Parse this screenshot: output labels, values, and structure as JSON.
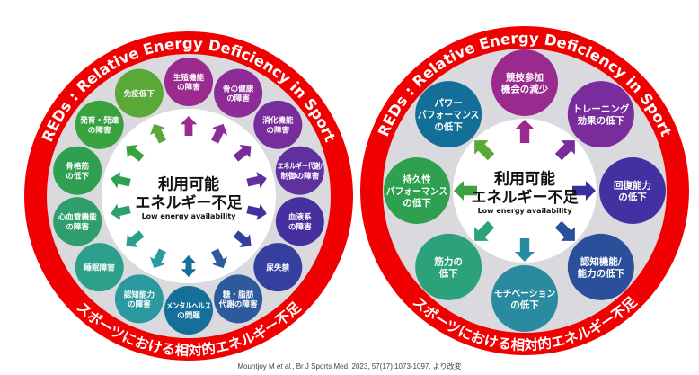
{
  "ring_top": "REDs : Relative Energy Deficiency in Sport",
  "ring_bottom": "スポーツにおける相対的エネルギー不足",
  "center": {
    "line1": "利用可能",
    "line2": "エネルギー不足",
    "en": "Low energy availability"
  },
  "colors": {
    "ring": "#f00000",
    "inner": "#d9d9de",
    "center": "#ffffff"
  },
  "left_items": [
    {
      "lines": [
        "生殖機能",
        "の障害"
      ],
      "color": "#9b2a8f"
    },
    {
      "lines": [
        "骨の健康",
        "の障害"
      ],
      "color": "#8d2b97"
    },
    {
      "lines": [
        "消化機能",
        "の障害"
      ],
      "color": "#792d9d"
    },
    {
      "lines": [
        "エネルギー代謝/",
        "制御の障害"
      ],
      "color": "#60309f"
    },
    {
      "lines": [
        "血液系",
        "の障害"
      ],
      "color": "#4630a0"
    },
    {
      "lines": [
        "尿失禁"
      ],
      "color": "#353f9d"
    },
    {
      "lines": [
        "糖・脂肪",
        "代謝の障害"
      ],
      "color": "#2d5a9c"
    },
    {
      "lines": [
        "メンタルヘルス",
        "の問題"
      ],
      "color": "#14709b"
    },
    {
      "lines": [
        "認知能力",
        "の障害"
      ],
      "color": "#2a9a9f"
    },
    {
      "lines": [
        "睡眠障害"
      ],
      "color": "#2ca08a"
    },
    {
      "lines": [
        "心血管機能",
        "の障害"
      ],
      "color": "#2e9e6c"
    },
    {
      "lines": [
        "骨格筋",
        "の低下"
      ],
      "color": "#2fa052"
    },
    {
      "lines": [
        "発育・発達",
        "の障害"
      ],
      "color": "#38a23e"
    },
    {
      "lines": [
        "免疫低下"
      ],
      "color": "#5aa838"
    }
  ],
  "right_items": [
    {
      "lines": [
        "競技参加",
        "機会の減少"
      ],
      "color": "#9b2a8f"
    },
    {
      "lines": [
        "トレーニング",
        "効果の低下"
      ],
      "color": "#792d9d"
    },
    {
      "lines": [
        "回復能力",
        "の低下"
      ],
      "color": "#4430a0"
    },
    {
      "lines": [
        "認知機能/",
        "能力の低下"
      ],
      "color": "#2c4f9b"
    },
    {
      "lines": [
        "モチベーション",
        "の低下"
      ],
      "color": "#2a8a9f"
    },
    {
      "lines": [
        "筋力の",
        "低下"
      ],
      "color": "#2ca27c"
    },
    {
      "lines": [
        "持久性",
        "パフォーマンス",
        "の低下"
      ],
      "color": "#2fa050"
    },
    {
      "lines": [
        "パワー",
        "パフォーマンス",
        "の低下"
      ],
      "color": "#146f98"
    }
  ],
  "right_arrow_colors": [
    "#9b2a8f",
    "#792d9d",
    "#3a2fa0",
    "#2c4f9b",
    "#2a8a9f",
    "#2ca27c",
    "#3aa23e",
    "#5aa838"
  ],
  "citation": {
    "authors": "Mountjoy M ",
    "etal": "et al.",
    "rest": ", Br J Sports Med, 2023, 57(17):1073-1097. より改変"
  }
}
